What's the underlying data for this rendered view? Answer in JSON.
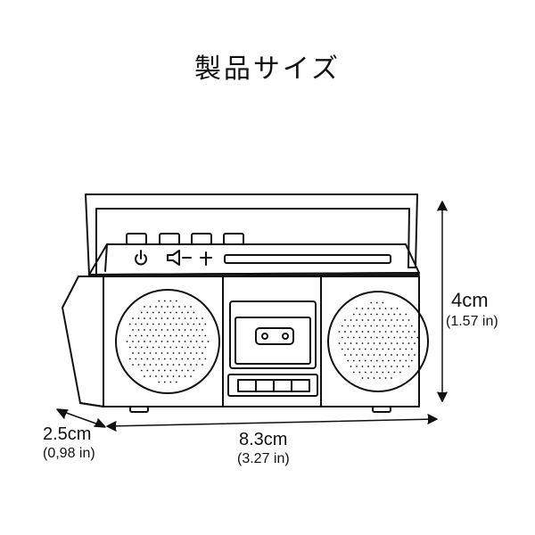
{
  "title": "製品サイズ",
  "dimensions": {
    "height": {
      "main": "4cm",
      "sub": "(1.57 in)"
    },
    "width": {
      "main": "8.3cm",
      "sub": "(3.27 in)"
    },
    "depth": {
      "main": "2.5cm",
      "sub": "(0,98 in)"
    }
  },
  "colors": {
    "line": "#111111",
    "background": "#ffffff"
  },
  "icons": [
    "power-icon",
    "speaker-icon",
    "minus-icon",
    "plus-icon"
  ]
}
